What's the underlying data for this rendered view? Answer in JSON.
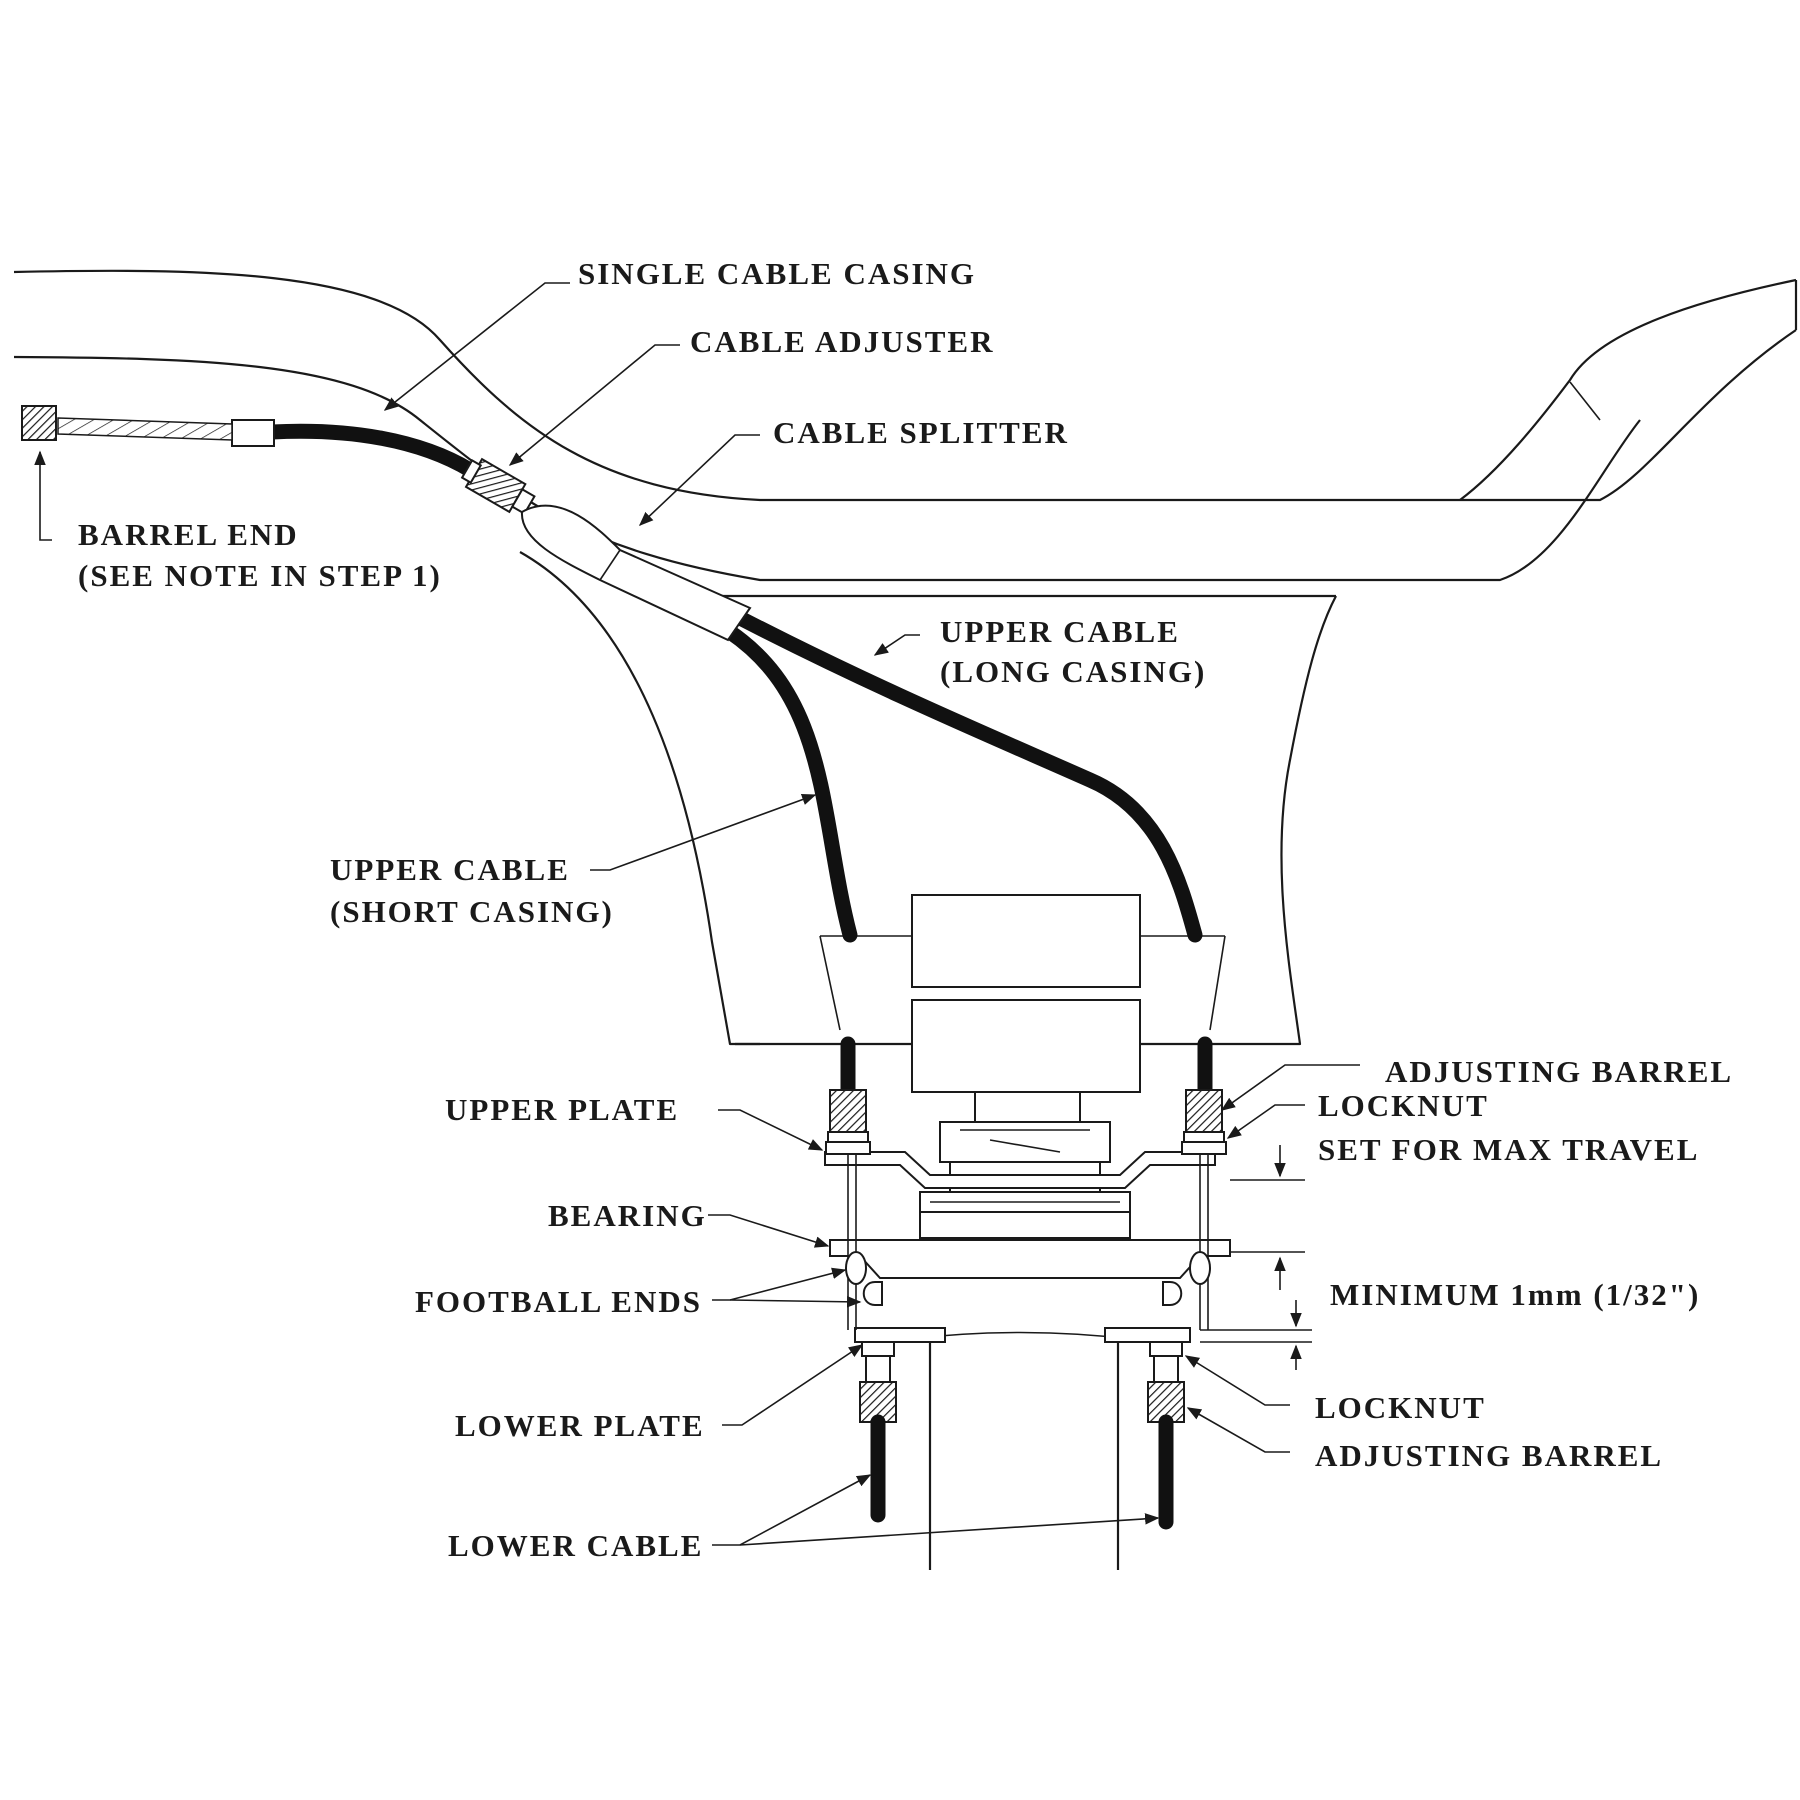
{
  "labels": {
    "single_cable_casing": "SINGLE CABLE CASING",
    "cable_adjuster": "CABLE ADJUSTER",
    "cable_splitter": "CABLE SPLITTER",
    "barrel_end_line1": "BARREL END",
    "barrel_end_line2": "(SEE NOTE IN STEP 1)",
    "upper_cable_long_line1": "UPPER CABLE",
    "upper_cable_long_line2": "(LONG CASING)",
    "upper_cable_short_line1": "UPPER CABLE",
    "upper_cable_short_line2": "(SHORT CASING)",
    "adjusting_barrel_top": "ADJUSTING BARREL",
    "locknut_top": "LOCKNUT",
    "set_for_max_travel": "SET FOR MAX TRAVEL",
    "upper_plate": "UPPER PLATE",
    "bearing": "BEARING",
    "football_ends": "FOOTBALL ENDS",
    "minimum": "MINIMUM 1mm (1/32\")",
    "locknut_bottom": "LOCKNUT",
    "adjusting_barrel_bottom": "ADJUSTING BARREL",
    "lower_plate": "LOWER PLATE",
    "lower_cable": "LOWER CABLE"
  }
}
